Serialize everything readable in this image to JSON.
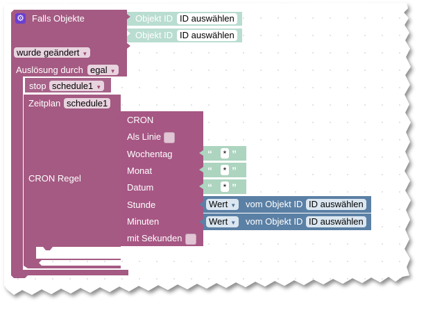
{
  "colors": {
    "block_main": "#a45a82",
    "block_light": "#a76289",
    "cron_block": "#a65784",
    "teal_block": "#b9ddd0",
    "quote_block": "#add4bf",
    "blue_block": "#5b80a5",
    "workspace_bg": "#ffffff",
    "grid_dot": "#d9d9d9"
  },
  "trigger": {
    "icon": "gear-icon",
    "title": "Falls Objekte",
    "objects": [
      {
        "label": "Objekt ID",
        "value": "ID auswählen"
      },
      {
        "label": "Objekt ID",
        "value": "ID auswählen"
      }
    ],
    "condition_dropdown": "wurde geändert",
    "trigger_label": "Auslösung durch",
    "trigger_dropdown": "egal"
  },
  "stop_block": {
    "label": "stop",
    "dropdown": "schedule1"
  },
  "schedule_block": {
    "label": "Zeitplan",
    "name": "schedule1",
    "rule_label": "CRON Regel"
  },
  "cron_block": {
    "title": "CRON",
    "fields": {
      "als_linie": "Als Linie",
      "wochentag": "Wochentag",
      "monat": "Monat",
      "datum": "Datum",
      "stunde": "Stunde",
      "minuten": "Minuten",
      "mit_sekunden": "mit Sekunden"
    },
    "text_value": "*",
    "open_quote": "“",
    "close_quote": "”"
  },
  "value_blocks": [
    {
      "dropdown": "Wert",
      "label": "vom Objekt ID",
      "value": "ID auswählen"
    },
    {
      "dropdown": "Wert",
      "label": "vom Objekt ID",
      "value": "ID auswählen"
    }
  ]
}
